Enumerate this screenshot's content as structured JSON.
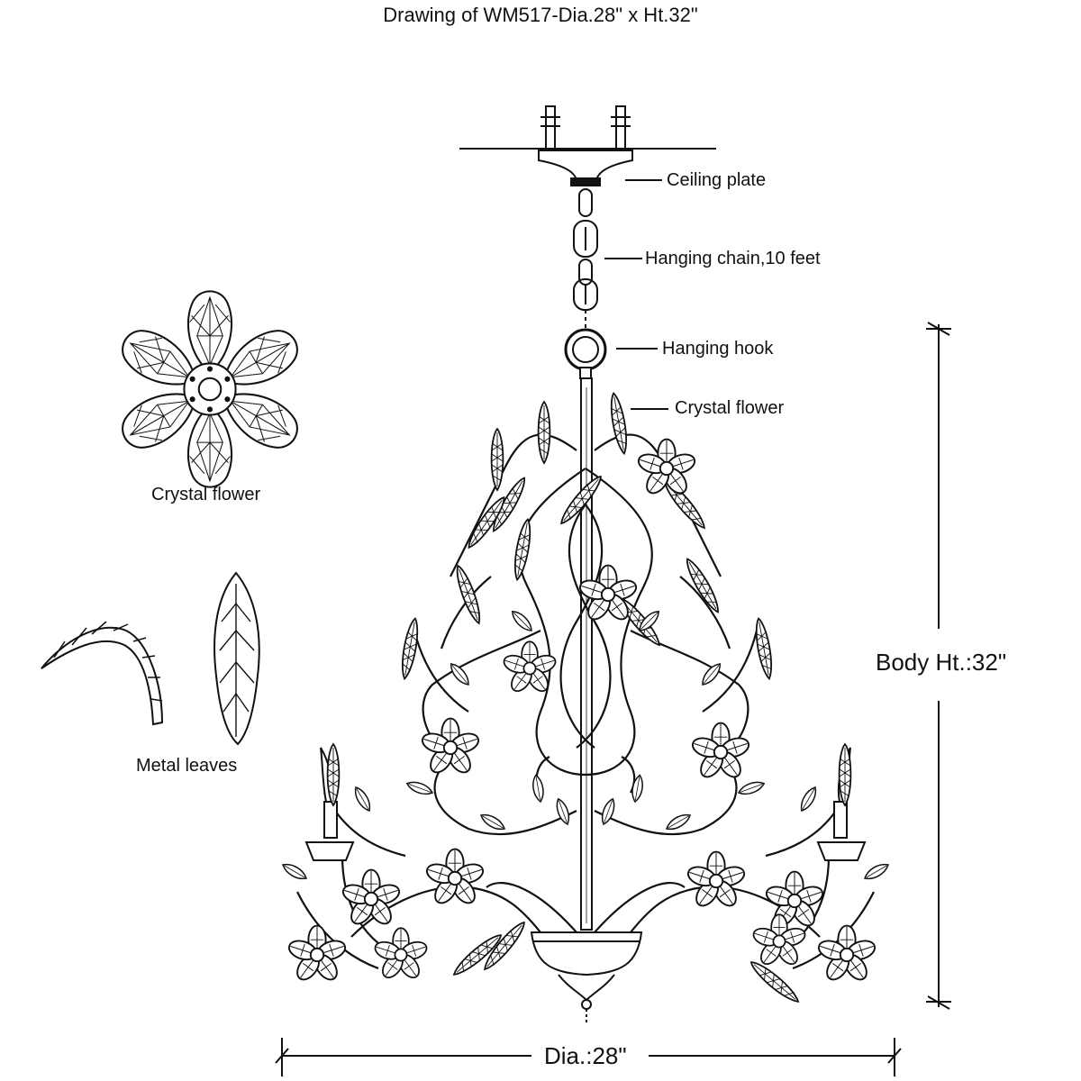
{
  "title": "Drawing of WM517-Dia.28\" x Ht.32\"",
  "callouts": {
    "ceiling_plate": "Ceiling plate",
    "hanging_chain": "Hanging chain,10 feet",
    "hanging_hook": "Hanging hook",
    "crystal_flower": "Crystal flower"
  },
  "details": {
    "crystal_flower_caption": "Crystal flower",
    "metal_leaves_caption": "Metal leaves"
  },
  "dimensions": {
    "body_height": "Body Ht.:32\"",
    "diameter": "Dia.:28\""
  },
  "colors": {
    "line": "#111111",
    "background": "#ffffff"
  }
}
